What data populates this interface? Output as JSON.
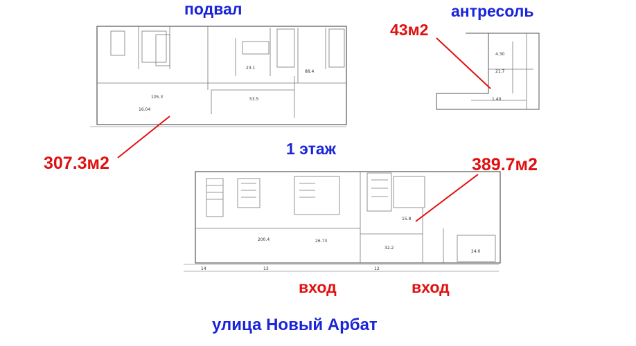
{
  "labels": {
    "basement": "подвал",
    "mezzanine": "антресоль",
    "floor1": "1 этаж",
    "street": "улица Новый Арбат",
    "entrance_left": "вход",
    "entrance_right": "вход"
  },
  "areas": {
    "basement": "307.3м2",
    "mezzanine": "43м2",
    "floor1": "389.7м2"
  },
  "colors": {
    "title": "#1a24d8",
    "area": "#e01010",
    "plan": "#555555"
  }
}
